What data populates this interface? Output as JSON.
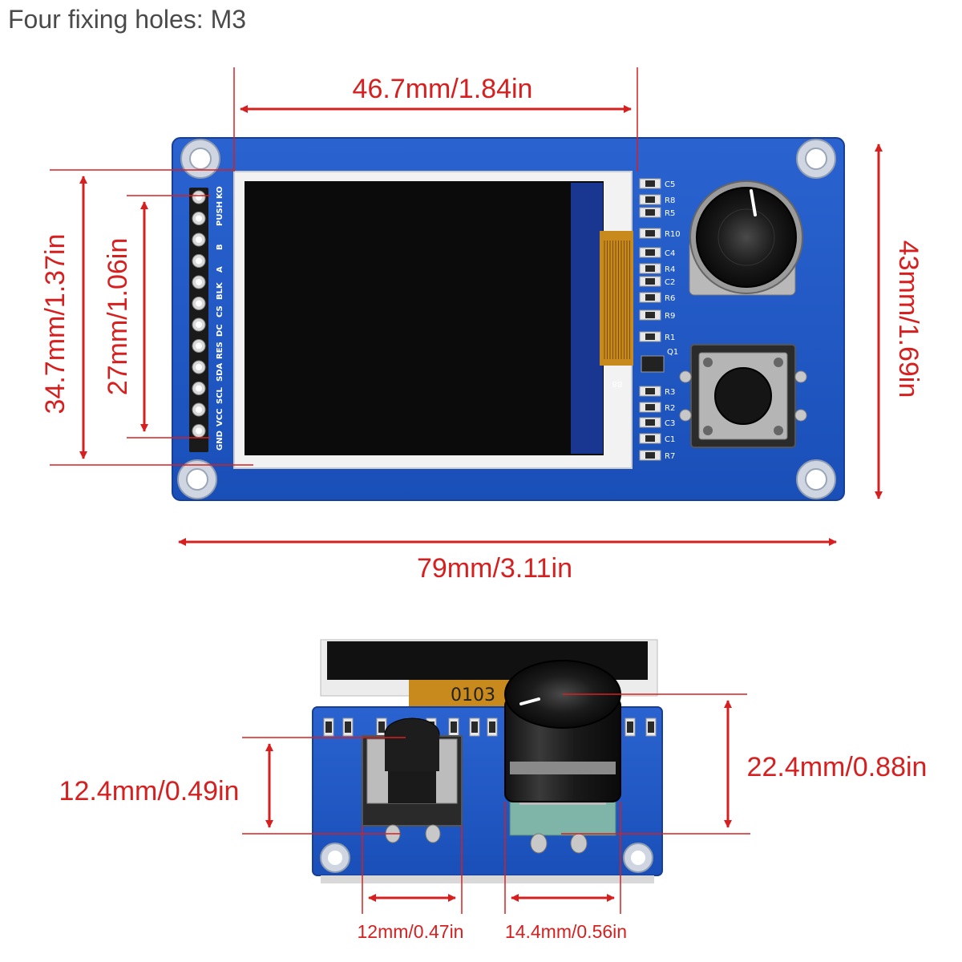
{
  "title": "Four fixing holes: M3",
  "dimensions": {
    "display_width": "46.7mm/1.84in",
    "board_width": "79mm/3.11in",
    "board_height": "43mm/1.69in",
    "screen_outer_height": "34.7mm/1.37in",
    "screen_active_height": "27mm/1.06in",
    "button_height": "12.4mm/0.49in",
    "knob_height": "22.4mm/0.88in",
    "button_width": "12mm/0.47in",
    "knob_width": "14.4mm/0.56in"
  },
  "pin_labels": [
    "GND",
    "VCC",
    "SCL",
    "SDA",
    "RES",
    "DC",
    "CS",
    "BLK",
    "A",
    "B",
    "PUSH",
    "KO"
  ],
  "component_labels": [
    "C5",
    "R8",
    "R5",
    "R10",
    "C4",
    "R4",
    "C2",
    "R6",
    "R9",
    "R1",
    "Q1",
    "R3",
    "R2",
    "C3",
    "C1",
    "R7"
  ],
  "fpc_label": "B8",
  "side_fpc_label": "0103",
  "colors": {
    "dimension": "#d62020",
    "pcb": "#1f57c3",
    "screen": "#0b0b0b",
    "knob": "#1a1a1a"
  }
}
